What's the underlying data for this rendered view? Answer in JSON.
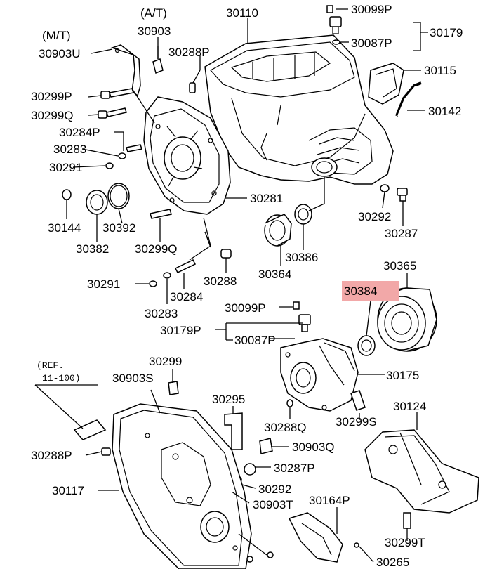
{
  "labels": {
    "at": "(A/T)",
    "mt": "(M/T)",
    "l30110": "30110",
    "l30099p_a": "30099P",
    "l30087p_a": "30087P",
    "l30179": "30179",
    "l30903": "30903",
    "l30903u": "30903U",
    "l30288p": "30288P",
    "l30115": "30115",
    "l30142": "30142",
    "l30299p": "30299P",
    "l30299q_a": "30299Q",
    "l30284p": "30284P",
    "l30283_a": "30283",
    "l30291_a": "30291",
    "l30281": "30281",
    "l30144": "30144",
    "l30392": "30392",
    "l30382": "30382",
    "l30299q_b": "30299Q",
    "l30292_a": "30292",
    "l30287": "30287",
    "l30364": "30364",
    "l30386": "30386",
    "l30288": "30288",
    "l30291_b": "30291",
    "l30284": "30284",
    "l30283_b": "30283",
    "l30365": "30365",
    "l30384": "30384",
    "l30099p_b": "30099P",
    "l30179p": "30179P",
    "l30087p_b": "30087P",
    "l30175": "30175",
    "ref1": "(REF.",
    "ref2": "11-100)",
    "l30299": "30299",
    "l30903s": "30903S",
    "l30295": "30295",
    "l30124": "30124",
    "l30288q": "30288Q",
    "l30299s": "30299S",
    "l30288p_b": "30288P",
    "l30903q": "30903Q",
    "l30287p": "30287P",
    "l30117": "30117",
    "l30292_b": "30292",
    "l30903t": "30903T",
    "l30164p": "30164P",
    "l30299t": "30299T",
    "l30265": "30265"
  },
  "highlight_color": "#f2a8a8"
}
